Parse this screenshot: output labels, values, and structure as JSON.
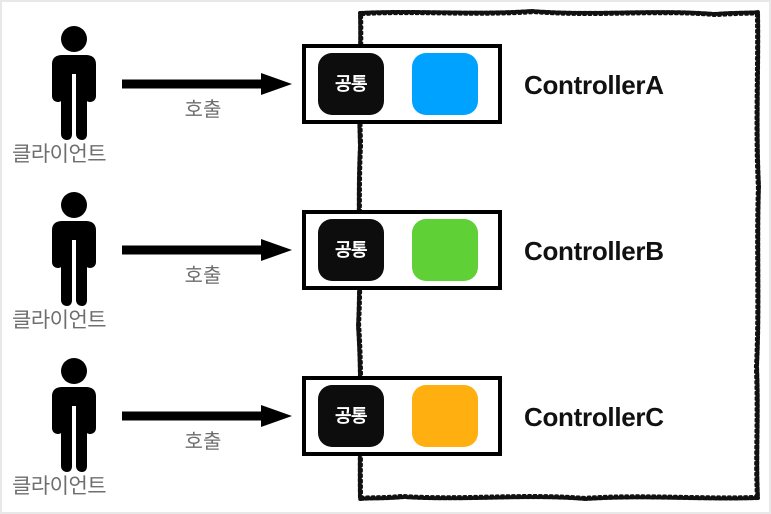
{
  "diagram": {
    "title": "Client to Controller call diagram",
    "background_color": "#ffffff",
    "frame_border_color": "#e8e8e8",
    "group_box": {
      "name": "sketchy-group-box",
      "stroke_color": "#000000",
      "style": "hand-drawn"
    },
    "actor_icon_color": "#000000",
    "label_color": "#6e6e6e",
    "arrow_color": "#000000",
    "controller_border_color": "#000000",
    "common_chip_color": "#0d0d0d",
    "common_chip_text_color": "#ffffff"
  },
  "rows": [
    {
      "client_label": "클라이언트",
      "call_label": "호출",
      "common_chip_label": "공통",
      "controller_name": "ControllerA",
      "controller_color": "#00a2ff",
      "controller_color_name": "blue"
    },
    {
      "client_label": "클라이언트",
      "call_label": "호출",
      "common_chip_label": "공통",
      "controller_name": "ControllerB",
      "controller_color": "#5fd035",
      "controller_color_name": "green"
    },
    {
      "client_label": "클라이언트",
      "call_label": "호출",
      "common_chip_label": "공통",
      "controller_name": "ControllerC",
      "controller_color": "#ffaf10",
      "controller_color_name": "orange"
    }
  ]
}
